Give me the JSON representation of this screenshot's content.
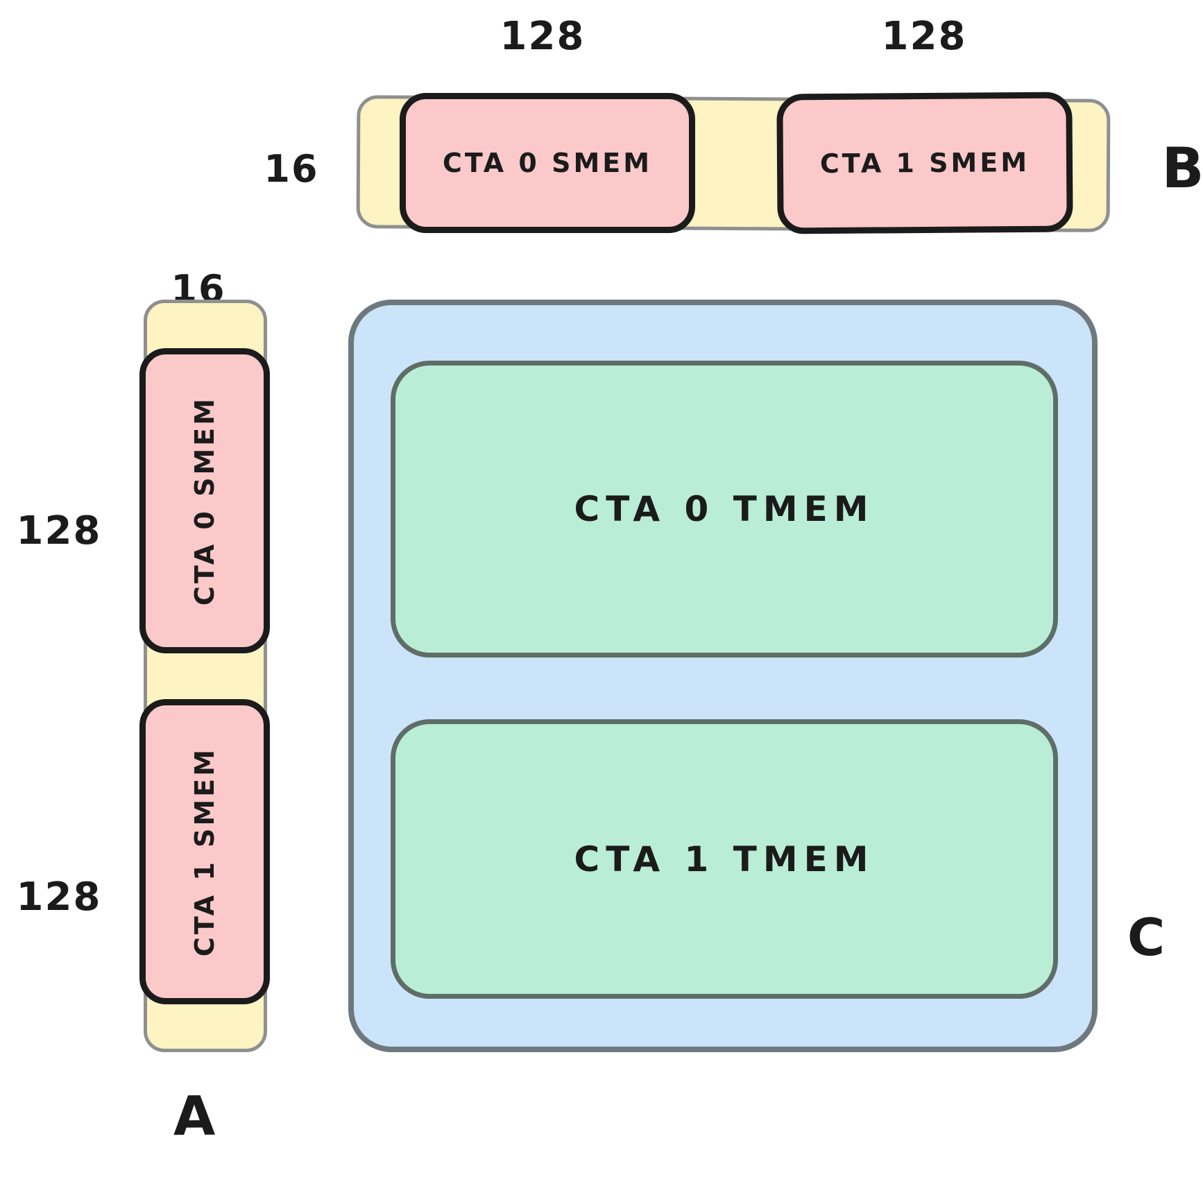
{
  "b": {
    "label": "B",
    "col_dims": [
      "128",
      "128"
    ],
    "row_dim": "16",
    "blocks": [
      "CTA 0 SMEM",
      "CTA 1 SMEM"
    ]
  },
  "a": {
    "label": "A",
    "col_dim": "16",
    "row_dims": [
      "128",
      "128"
    ],
    "blocks": [
      "CTA 0 SMEM",
      "CTA 1 SMEM"
    ]
  },
  "c": {
    "label": "C",
    "blocks": [
      "CTA 0 TMEM",
      "CTA 1 TMEM"
    ]
  },
  "colors": {
    "operand_fill": "#fdf3c3",
    "smem_fill": "#fbc9c9",
    "accumulator_fill": "#cbe4fa",
    "tmem_fill": "#b9edd6",
    "stroke_black": "#1b1b1b",
    "stroke_gray": "#8e908f",
    "stroke_blue_gray": "#6f787e",
    "stroke_green_gray": "#5e6e67"
  }
}
